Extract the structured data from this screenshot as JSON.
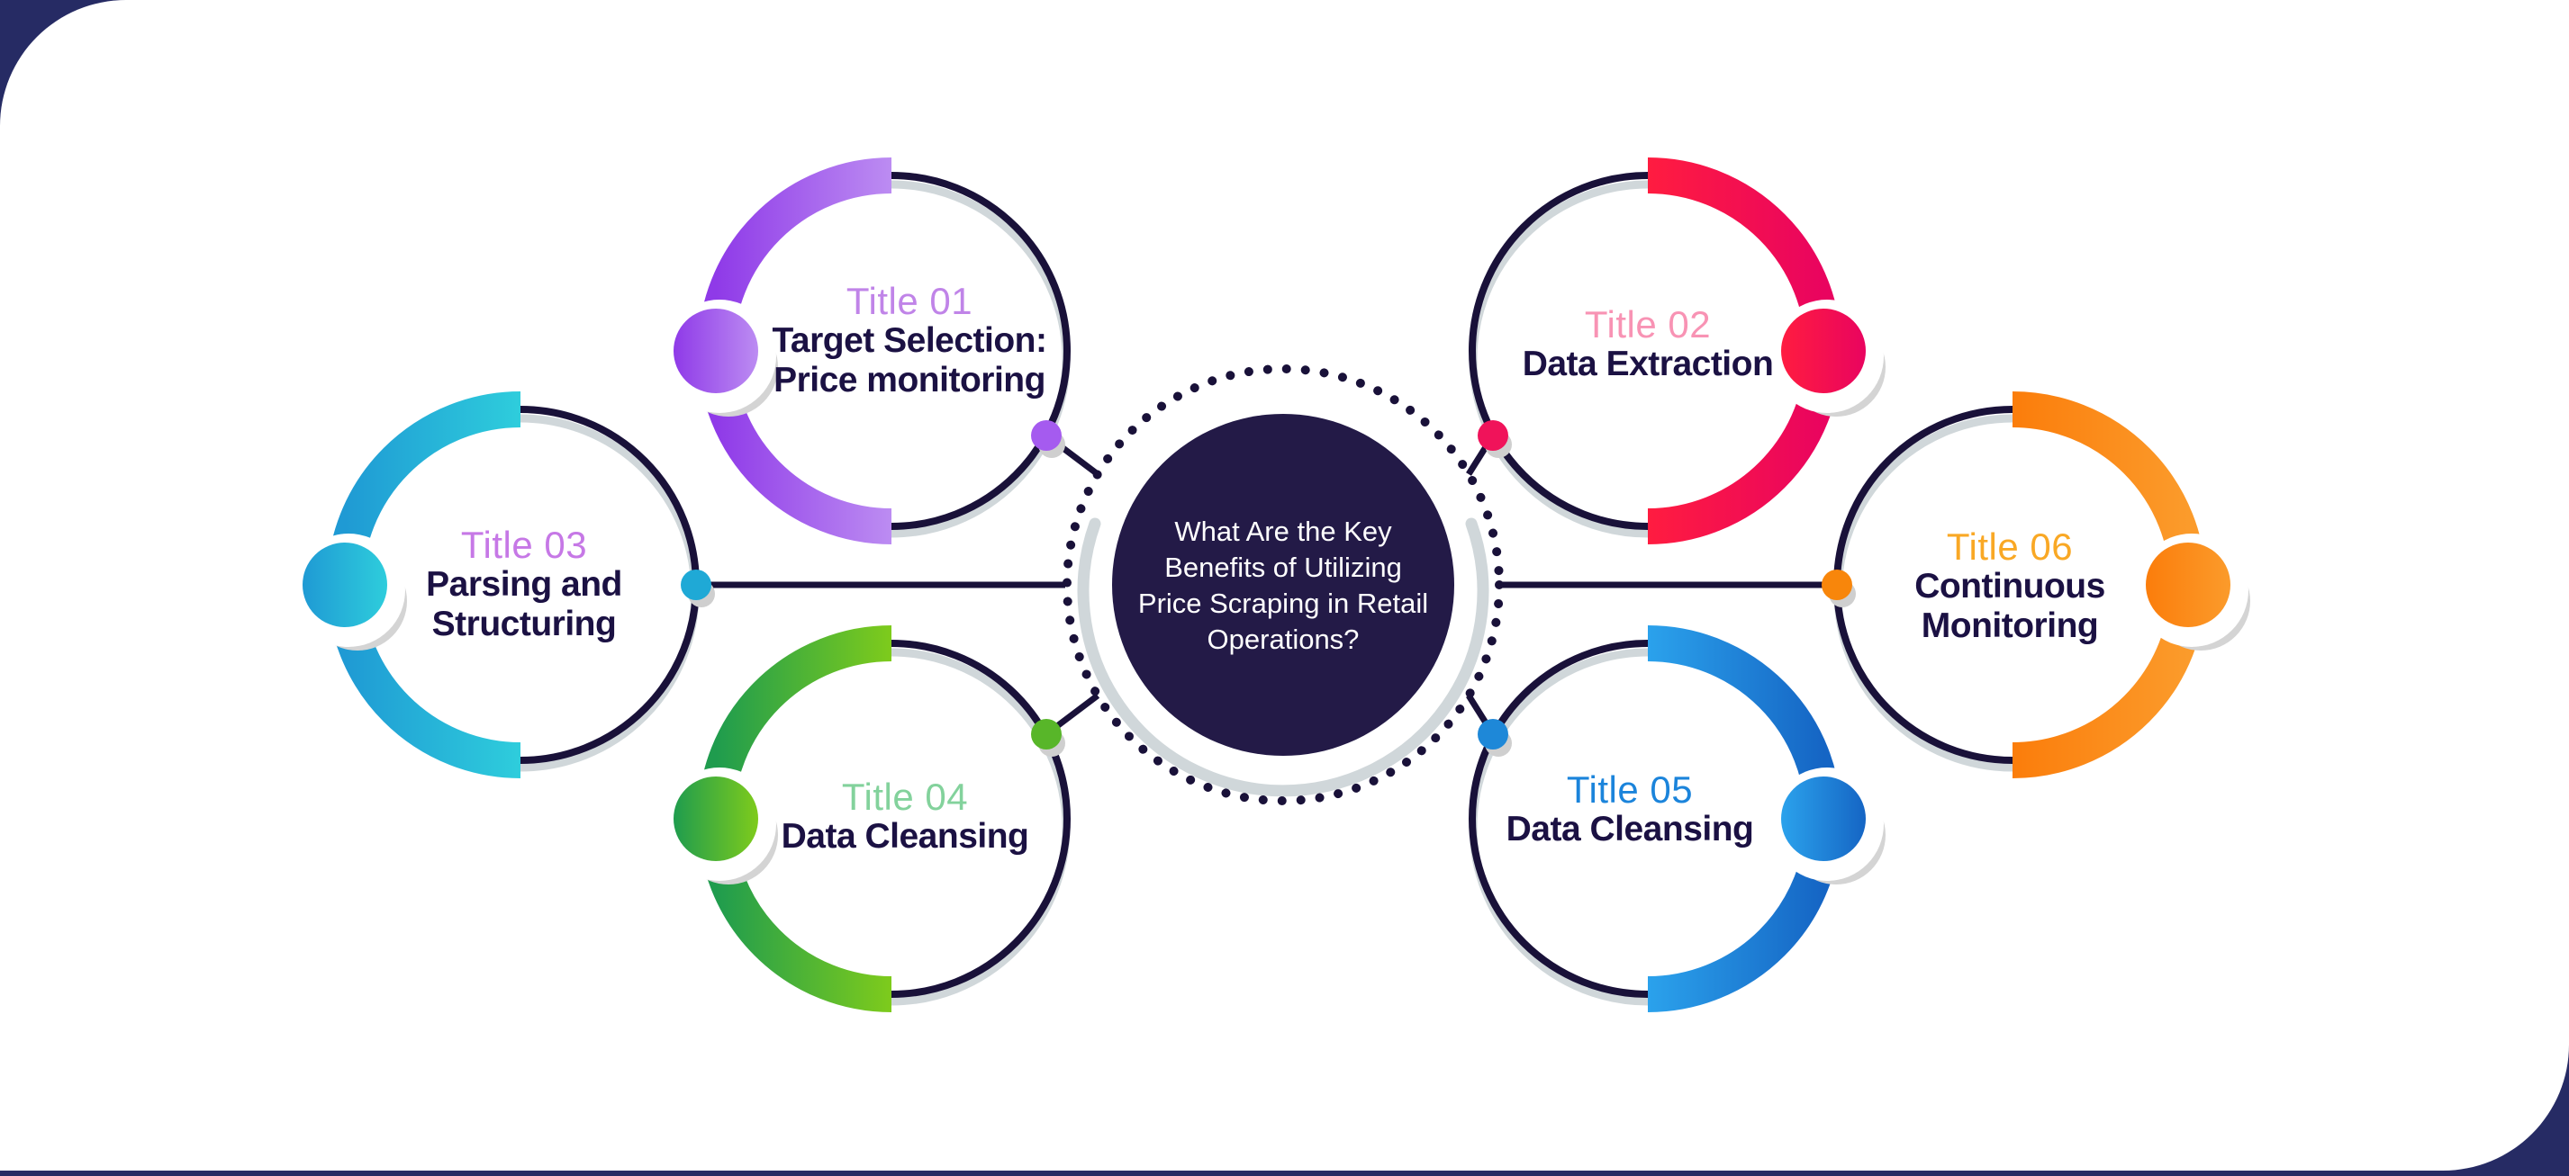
{
  "page": {
    "background": "#262b64",
    "panel": "#ffffff"
  },
  "ink": "#191139",
  "shadow_silver": "#d0d7da",
  "node_shadow": "#d4d4d4",
  "dot_shadow": "#cfcfcf",
  "subtitle_color": "#1b1143",
  "center": {
    "question": "What Are the Key\nBenefits of Utilizing\nPrice Scraping in Retail\nOperations?",
    "disk_color": "#231a47",
    "text_color": "#ffffff"
  },
  "items": [
    {
      "id": "1",
      "title": "Title 01",
      "subtitle": "Target Selection:\nPrice monitoring",
      "title_color": "#c084e8",
      "grad_from": "#8f3ae8",
      "grad_to": "#bc8cf2",
      "accent": "#a55bef"
    },
    {
      "id": "2",
      "title": "Title 02",
      "subtitle": "Data Extraction",
      "title_color": "#f893b4",
      "grad_from": "#ff1c40",
      "grad_to": "#e9045f",
      "accent": "#f0135a"
    },
    {
      "id": "3",
      "title": "Title 03",
      "subtitle": "Parsing and\nStructuring",
      "title_color": "#c678e6",
      "grad_from": "#1f9ad4",
      "grad_to": "#2ecddc",
      "accent": "#1fa9d6"
    },
    {
      "id": "4",
      "title": "Title 04",
      "subtitle": "Data Cleansing",
      "title_color": "#83d29c",
      "grad_from": "#1f9c4e",
      "grad_to": "#7ecb1c",
      "accent": "#58b629"
    },
    {
      "id": "5",
      "title": "Title 05",
      "subtitle": "Data Cleansing",
      "title_color": "#1b84db",
      "grad_from": "#2ba2ec",
      "grad_to": "#1565c4",
      "accent": "#1e88d8"
    },
    {
      "id": "6",
      "title": "Title 06",
      "subtitle": "Continuous\nMonitoring",
      "title_color": "#f9a825",
      "grad_from": "#fb7d0b",
      "grad_to": "#fb9b2b",
      "accent": "#f8860b"
    }
  ]
}
